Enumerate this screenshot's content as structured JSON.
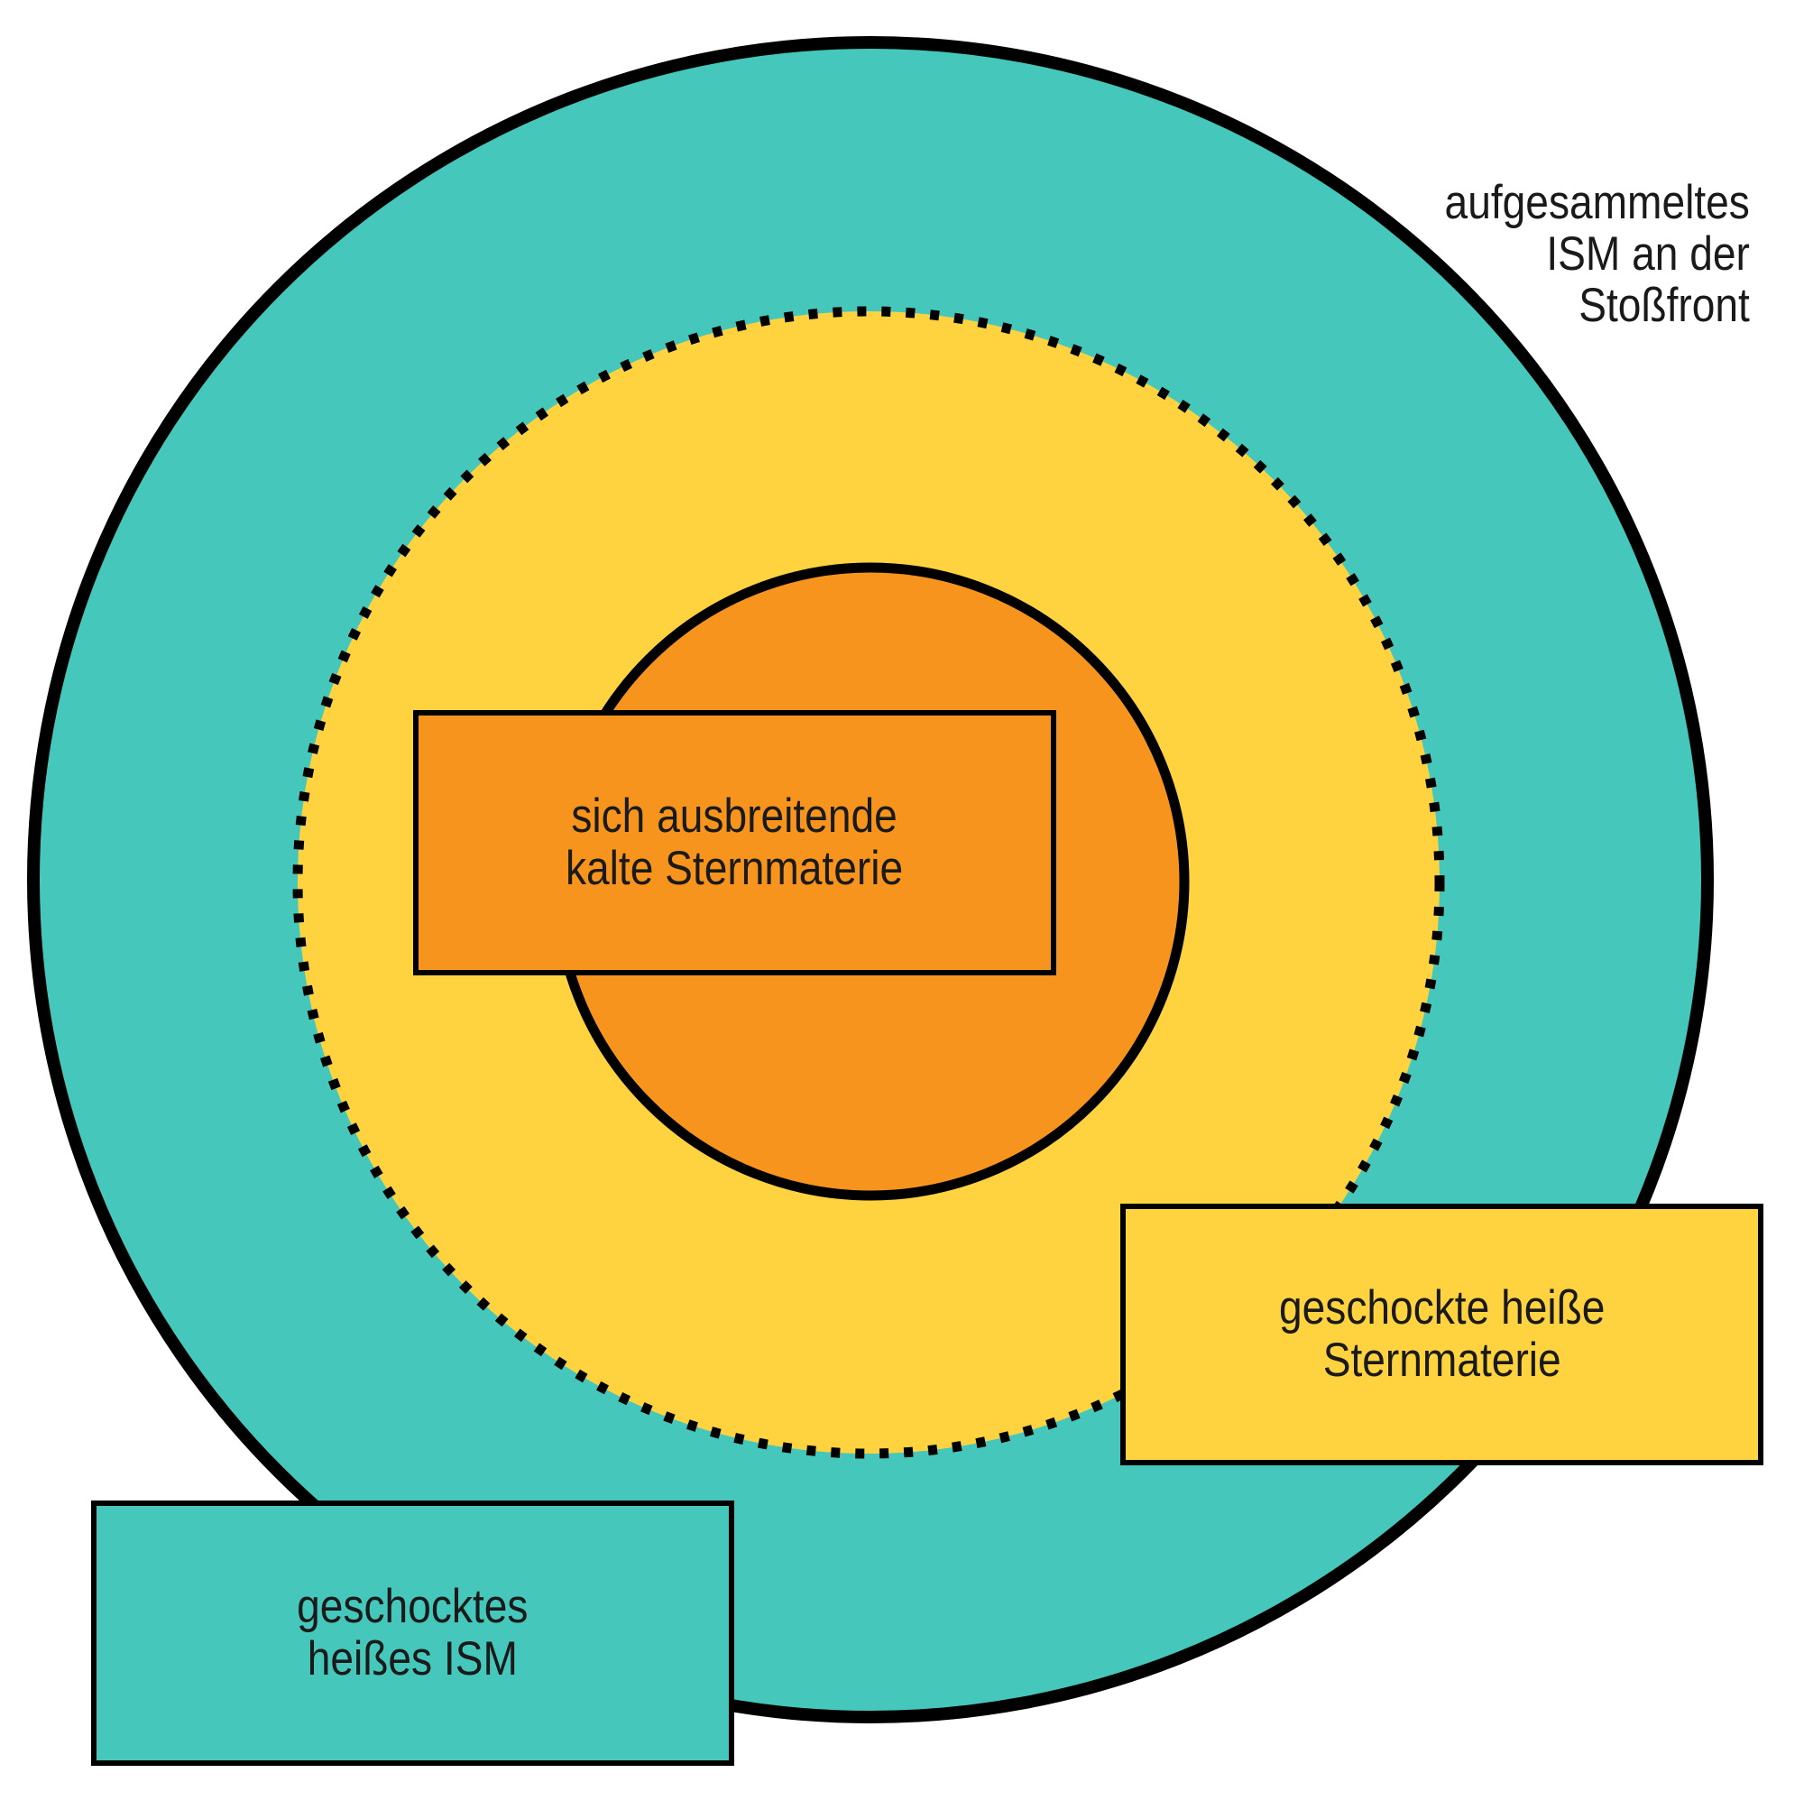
{
  "colors": {
    "teal": "#45C8BB",
    "yellow": "#FFD23F",
    "orange": "#F7941E",
    "outline": "#000000",
    "text": "#1A1A1A",
    "background": "#FFFFFF"
  },
  "regions": {
    "shocked_ism": {
      "meaning": "outer teal ring",
      "lines": [
        "geschocktes",
        "heißes ISM"
      ]
    },
    "shocked_ejecta": {
      "meaning": "middle yellow ring inside dotted boundary",
      "lines": [
        "geschockte heiße",
        "Sternmaterie"
      ]
    },
    "cold_ejecta": {
      "meaning": "inner orange circle",
      "lines": [
        "sich ausbreitende",
        "kalte Sternmaterie"
      ]
    },
    "swept_up_ism": {
      "meaning": "annotation outside the outer black ring",
      "lines": [
        "aufgesammeltes",
        "ISM an der",
        "Stoßfront"
      ]
    }
  }
}
